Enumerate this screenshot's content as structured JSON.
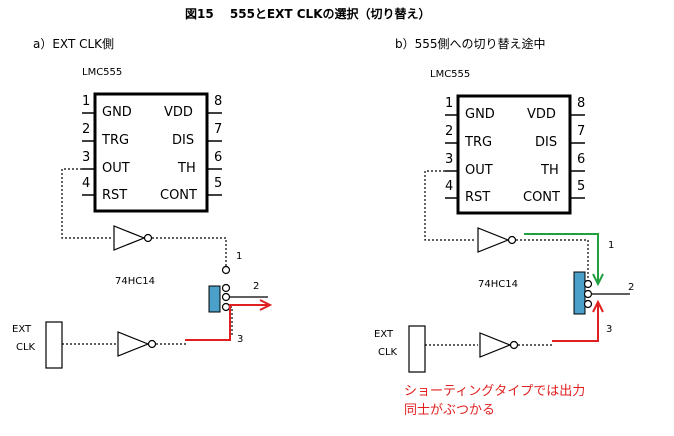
{
  "title": "図15　 555とEXT CLKの選択（切り替え）",
  "left": {
    "heading": "a）EXT CLK側",
    "chip": "LMC555",
    "pins_left": [
      "GND",
      "TRG",
      "OUT",
      "RST"
    ],
    "pins_right": [
      "VDD",
      "DIS",
      "TH",
      "CONT"
    ],
    "pin_numbers_left": [
      "1",
      "2",
      "3",
      "4"
    ],
    "pin_numbers_right": [
      "8",
      "7",
      "6",
      "5"
    ],
    "inverter": "74HC14",
    "switch_numbers": [
      "1",
      "2",
      "3"
    ],
    "ext_label": [
      "EXT",
      "CLK"
    ]
  },
  "right": {
    "heading": "b）555側への切り替え途中",
    "chip": "LMC555",
    "pins_left": [
      "GND",
      "TRG",
      "OUT",
      "RST"
    ],
    "pins_right": [
      "VDD",
      "DIS",
      "TH",
      "CONT"
    ],
    "pin_numbers_left": [
      "1",
      "2",
      "3",
      "4"
    ],
    "pin_numbers_right": [
      "8",
      "7",
      "6",
      "5"
    ],
    "inverter": "74HC14",
    "switch_numbers": [
      "1",
      "2",
      "3"
    ],
    "ext_label": [
      "EXT",
      "CLK"
    ],
    "note": [
      "ショーティングタイプでは出力",
      "同士がぶつかる"
    ]
  },
  "colors": {
    "red": "#e02020",
    "green": "#20a040",
    "switch": "#4aa0c8"
  }
}
